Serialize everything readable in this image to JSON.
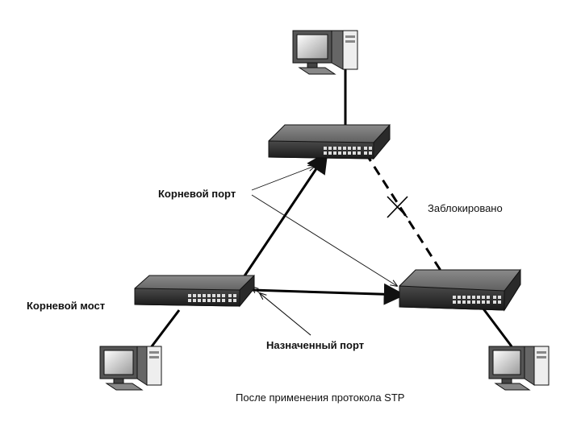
{
  "labels": {
    "root_port": "Корневой порт",
    "blocked": "Заблокировано",
    "root_bridge": "Корневой мост",
    "designated_port": "Назначенный порт",
    "caption": "После применения протокола STP"
  }
}
